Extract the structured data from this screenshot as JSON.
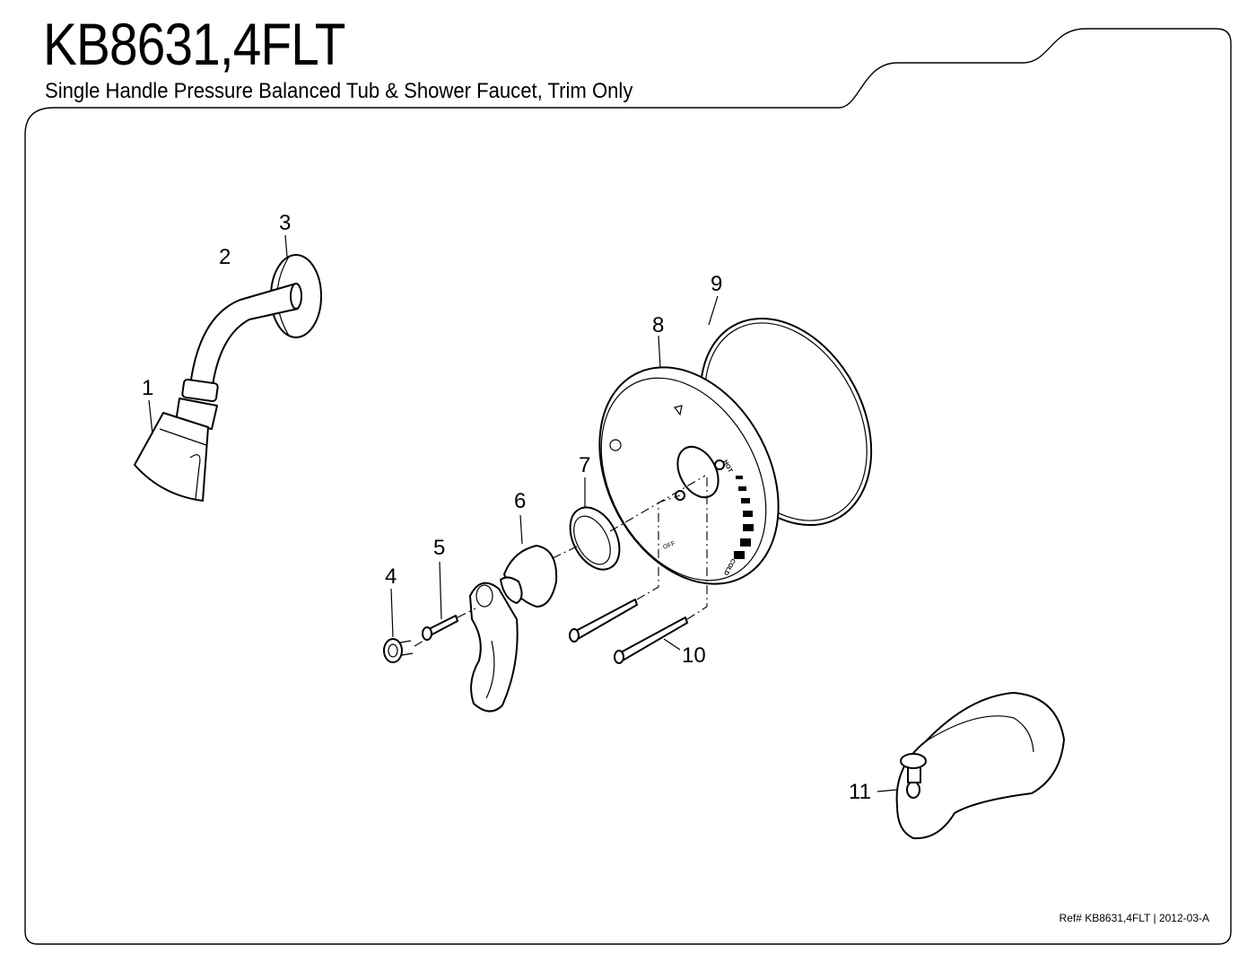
{
  "header": {
    "model": "KB8631,4FLT",
    "description": "Single Handle Pressure Balanced Tub & Shower Faucet, Trim Only"
  },
  "footer": {
    "reference": "Ref# KB8631,4FLT | 2012-03-A"
  },
  "callouts": [
    "1",
    "2",
    "3",
    "4",
    "5",
    "6",
    "7",
    "8",
    "9",
    "10",
    "11"
  ],
  "dial": {
    "hot_label": "HOT",
    "cold_label": "COLD",
    "off_label": "OFF"
  }
}
